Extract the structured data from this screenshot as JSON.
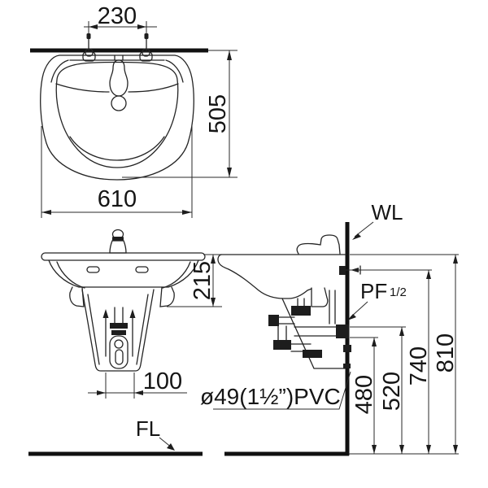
{
  "drawing_type": "wash-basin installation dimension drawing",
  "colors": {
    "ink": "#242424",
    "heavy_line": "#111111",
    "background": "#ffffff"
  },
  "top_view": {
    "dim_tap_hole_spacing": "230",
    "dim_depth": "505",
    "dim_width": "610"
  },
  "front_view": {
    "dim_rim_to_bracket": "215",
    "dim_drain": "100",
    "floor_line_label": "FL"
  },
  "side_view": {
    "wall_line_label": "WL",
    "supply_label": "PF",
    "supply_size": "1/2",
    "pvc_label": "ø49(1½”)PVC",
    "dims_from_floor": [
      "480",
      "520",
      "740",
      "810"
    ]
  }
}
